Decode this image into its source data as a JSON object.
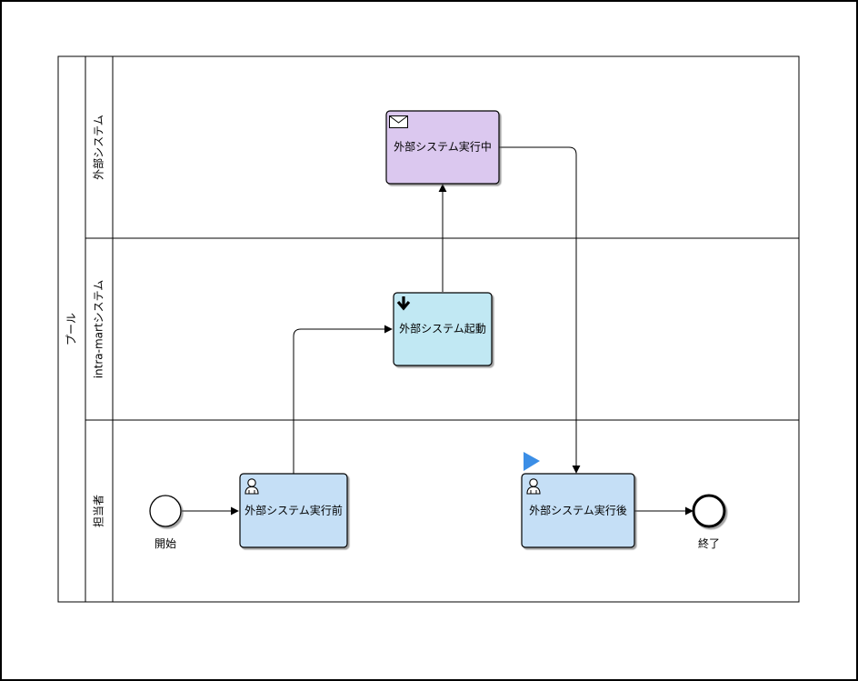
{
  "pool": {
    "label": "プール"
  },
  "lanes": [
    {
      "label": "外部システム"
    },
    {
      "label": "intra-martシステム"
    },
    {
      "label": "担当者"
    }
  ],
  "events": {
    "start_label": "開始",
    "end_label": "終了"
  },
  "tasks": {
    "before_label": "外部システム実行前",
    "launch_label": "外部システム起動",
    "running_label": "外部システム実行中",
    "after_label": "外部システム実行後"
  },
  "colors": {
    "user_task_fill": "#c5dff6",
    "service_task_fill": "#c1e8f3",
    "message_task_fill": "#dbc8ef",
    "marker_blue": "#3b8ee6"
  },
  "icons": {
    "user_task": "user-icon",
    "launch_task": "down-arrow-icon",
    "message_task": "envelope-icon",
    "current_marker": "play-marker-icon"
  }
}
